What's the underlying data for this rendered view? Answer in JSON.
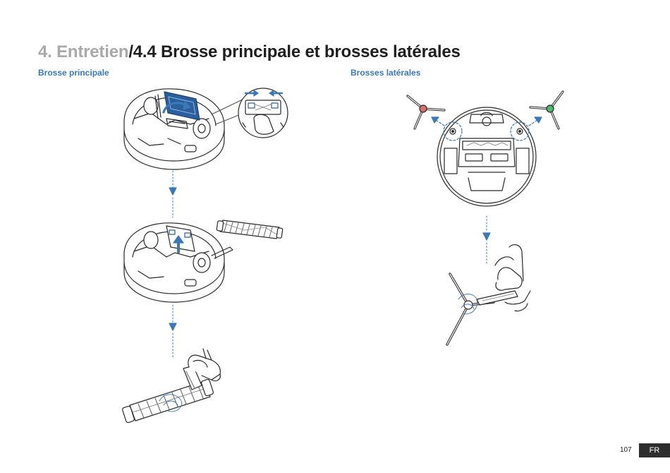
{
  "header": {
    "chapter": "4. Entretien",
    "section": "/4.4 Brosse principale et brosses latérales"
  },
  "left_column": {
    "heading": "Brosse principale"
  },
  "right_column": {
    "heading": "Brosses latérales"
  },
  "footer": {
    "page_number": "107",
    "language": "FR"
  },
  "colors": {
    "accent_blue": "#3a78b8",
    "chapter_gray": "#a9a9a9",
    "side_brush_left_hub": "#e06b6b",
    "side_brush_right_hub": "#4db86a"
  }
}
